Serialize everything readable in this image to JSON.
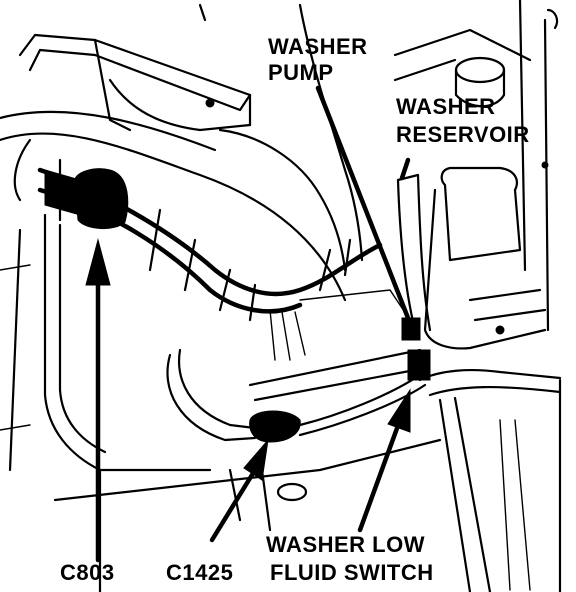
{
  "labels": {
    "washer_pump_line1": "WASHER",
    "washer_pump_line2": "PUMP",
    "washer_reservoir_line1": "WASHER",
    "washer_reservoir_line2": "RESERVOIR",
    "c803": "C803",
    "c1425": "C1425",
    "washer_low_line1": "WASHER LOW",
    "washer_low_line2": "FLUID SWITCH"
  },
  "colors": {
    "ink": "#000000",
    "paper": "#ffffff"
  }
}
